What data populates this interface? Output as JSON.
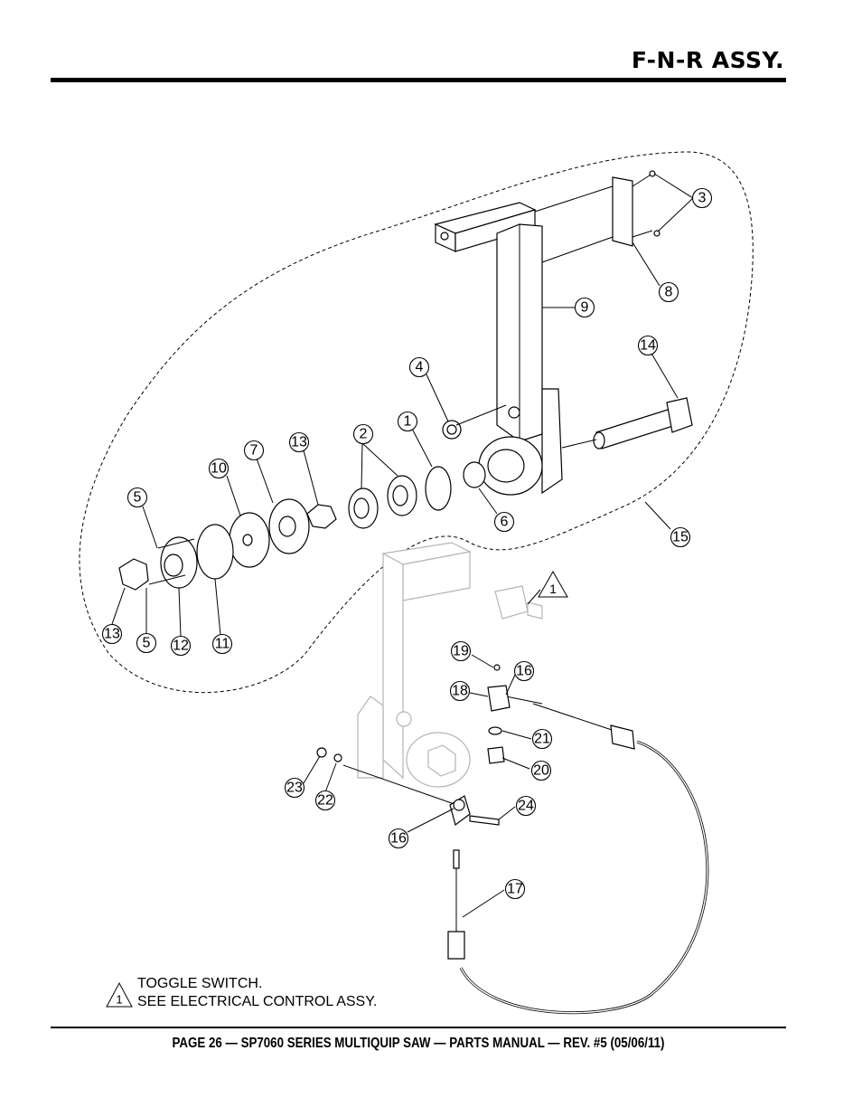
{
  "header": {
    "title": "F-N-R ASSY."
  },
  "footer": {
    "text": "PAGE 26 — SP7060 SERIES MULTIQUIP SAW — PARTS MANUAL — REV. #5 (05/06/11)"
  },
  "note": {
    "symbol": "1",
    "line1": "TOGGLE SWITCH.",
    "line2": "SEE ELECTRICAL CONTROL ASSY."
  },
  "callouts": [
    "3",
    "8",
    "9",
    "14",
    "4",
    "1",
    "2",
    "13",
    "7",
    "10",
    "5",
    "6",
    "15",
    "13",
    "5",
    "12",
    "11",
    "19",
    "16",
    "18",
    "21",
    "20",
    "23",
    "22",
    "24",
    "16",
    "17"
  ],
  "warning_marker": "1"
}
